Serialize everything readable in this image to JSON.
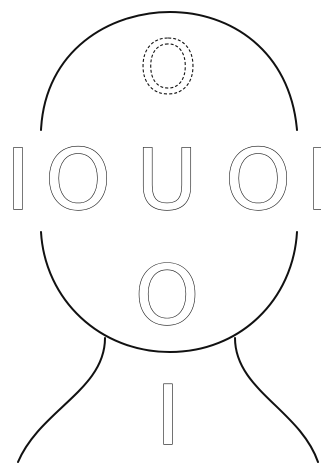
{
  "top_letter": "O",
  "row_letters": [
    "I",
    "O",
    "U",
    "O",
    "I"
  ],
  "middle_letter": "O",
  "neck_letter": "I",
  "colors": {
    "line": "#111111",
    "fill": "#ffffff",
    "background": "#ffffff"
  }
}
